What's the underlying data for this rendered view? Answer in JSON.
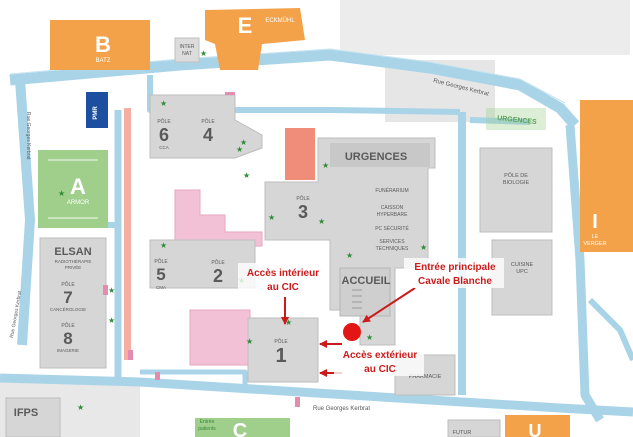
{
  "buildings": {
    "b": {
      "letter": "B",
      "name": "BATZ"
    },
    "e": {
      "letter": "E",
      "name": "ECKMÜHL"
    },
    "internat": {
      "line1": "INTER",
      "line2": "NAT"
    },
    "a": {
      "letter": "A",
      "name": "ARMOR"
    },
    "elsan": {
      "name": "ELSAN",
      "line1": "RADIOTHÉRAPIE",
      "line2": "PRIVÉE"
    },
    "pole7": {
      "prefix": "PÔLE",
      "number": "7",
      "name": "CANCÉROLOGIE"
    },
    "pole8": {
      "prefix": "PÔLE",
      "number": "8",
      "name": "IMAGERIE"
    },
    "pole6": {
      "prefix": "PÔLE",
      "number": "6",
      "name": "CCA"
    },
    "pole4": {
      "prefix": "PÔLE",
      "number": "4"
    },
    "pole3": {
      "prefix": "PÔLE",
      "number": "3"
    },
    "pole5": {
      "prefix": "PÔLE",
      "number": "5",
      "name": "CMA"
    },
    "pole2": {
      "prefix": "PÔLE",
      "number": "2"
    },
    "pole1": {
      "prefix": "PÔLE",
      "number": "1"
    },
    "urgences": "URGENCES",
    "accueil": "ACCUEIL",
    "pharmacie": "PHARMACIE",
    "funerarium": "FUNÉRARIUM",
    "caisson": {
      "line1": "CAISSON",
      "line2": "HYPERBARE"
    },
    "pc_securite": "PC SÉCURITÉ",
    "services_techniques": {
      "line1": "SERVICES",
      "line2": "TECHNIQUES"
    },
    "pole_biologie": {
      "line1": "PÔLE DE",
      "line2": "BIOLOGIE"
    },
    "cuisine": {
      "line1": "CUISINE",
      "line2": "UPC"
    },
    "i": {
      "letter": "I",
      "name": "LE",
      "name2": "VERGER"
    },
    "ifps": "IFPS",
    "c": {
      "letter": "C"
    },
    "futur": "FUTUR",
    "u": {
      "letter": "U"
    },
    "pmr": "PMR"
  },
  "roads": {
    "georges_kerbrat_top": "Rue Georges Kerbrat",
    "georges_kerbrat_bottom": "Rue Georges Kerbrat",
    "georges_kerbrat_left_1": "Rue Georges Kerbrat",
    "georges_kerbrat_left_2": "Rue Georges Kerbrat",
    "urgences_road": "URGENCES",
    "entree_patients": {
      "line1": "Entrée",
      "line2": "patients"
    }
  },
  "annotations": {
    "acces_interieur": {
      "line1": "Accès intérieur",
      "line2": "au CIC"
    },
    "entree_principale": {
      "line1": "Entrée principale",
      "line2": "Cavale Blanche"
    },
    "acces_exterieur": {
      "line1": "Accès extérieur",
      "line2": "au CIC"
    }
  },
  "colors": {
    "road": "#a9d4e8",
    "building_gray": "#d6d6d6",
    "orange": "#f3a24a",
    "green": "#9fcf8b",
    "pink": "#f3c1d6",
    "red_building": "#f08c7a",
    "annotation": "#cc1b1b",
    "marker": "#e31515"
  }
}
